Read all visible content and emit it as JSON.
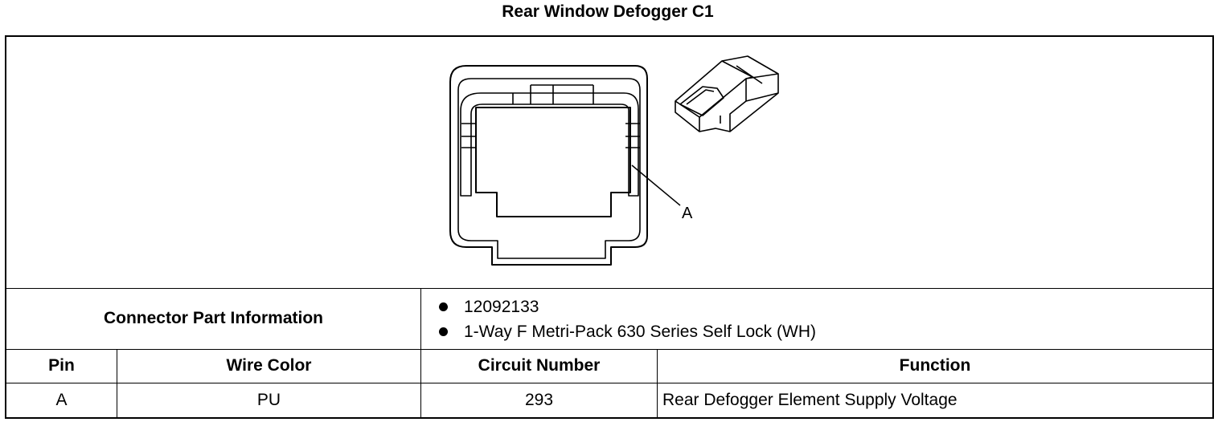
{
  "title": "Rear Window Defogger C1",
  "diagram": {
    "callout_label": "A"
  },
  "part_info": {
    "label": "Connector Part Information",
    "items": [
      "12092133",
      "1-Way F Metri-Pack 630 Series Self Lock (WH)"
    ]
  },
  "table": {
    "headers": {
      "pin": "Pin",
      "wire_color": "Wire Color",
      "circuit_number": "Circuit Number",
      "function": "Function"
    },
    "rows": [
      {
        "pin": "A",
        "wire_color": "PU",
        "circuit_number": "293",
        "function": "Rear Defogger Element Supply Voltage"
      }
    ]
  }
}
